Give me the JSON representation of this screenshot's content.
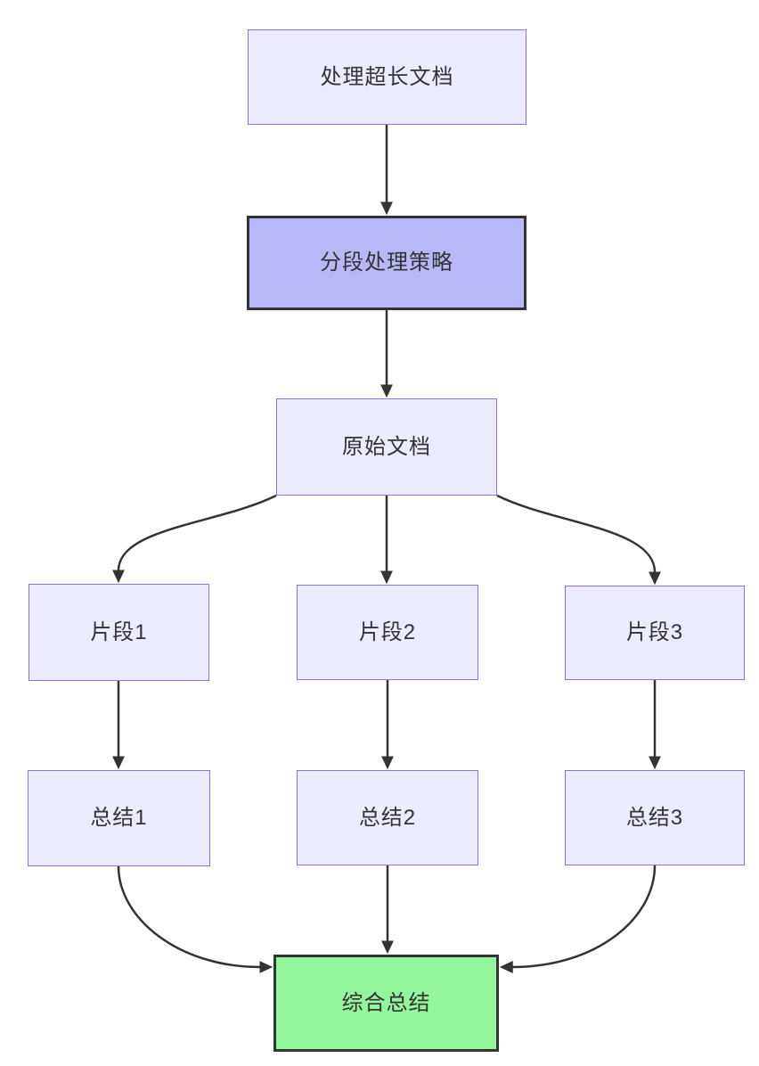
{
  "diagram": {
    "type": "flowchart",
    "direction": "top-down",
    "background": "#FFFFFF",
    "edge_color": "#333333",
    "text_color": "#333333",
    "styles": {
      "default": {
        "fill": "#ECECFF",
        "stroke": "#9370DB",
        "stroke_width": 1.5
      },
      "emphasis": {
        "fill": "#B8B8F8",
        "stroke": "#333333",
        "stroke_width": 3.5
      },
      "result": {
        "fill": "#93F69B",
        "stroke": "#333333",
        "stroke_width": 3.5
      }
    },
    "nodes": [
      {
        "id": "A",
        "name": "node-process-long-doc",
        "label": "处理超长文档",
        "kind": "default"
      },
      {
        "id": "B",
        "name": "node-segmentation-strategy",
        "label": "分段处理策略",
        "kind": "emphasis"
      },
      {
        "id": "C",
        "name": "node-original-doc",
        "label": "原始文档",
        "kind": "default"
      },
      {
        "id": "D1",
        "name": "node-fragment-1",
        "label": "片段1",
        "kind": "default"
      },
      {
        "id": "D2",
        "name": "node-fragment-2",
        "label": "片段2",
        "kind": "default"
      },
      {
        "id": "D3",
        "name": "node-fragment-3",
        "label": "片段3",
        "kind": "default"
      },
      {
        "id": "E1",
        "name": "node-summary-1",
        "label": "总结1",
        "kind": "default"
      },
      {
        "id": "E2",
        "name": "node-summary-2",
        "label": "总结2",
        "kind": "default"
      },
      {
        "id": "E3",
        "name": "node-summary-3",
        "label": "总结3",
        "kind": "default"
      },
      {
        "id": "F",
        "name": "node-final-summary",
        "label": "综合总结",
        "kind": "result"
      }
    ],
    "edges": [
      {
        "from": "A",
        "to": "B"
      },
      {
        "from": "B",
        "to": "C"
      },
      {
        "from": "C",
        "to": "D1"
      },
      {
        "from": "C",
        "to": "D2"
      },
      {
        "from": "C",
        "to": "D3"
      },
      {
        "from": "D1",
        "to": "E1"
      },
      {
        "from": "D2",
        "to": "E2"
      },
      {
        "from": "D3",
        "to": "E3"
      },
      {
        "from": "E1",
        "to": "F"
      },
      {
        "from": "E2",
        "to": "F"
      },
      {
        "from": "E3",
        "to": "F"
      }
    ]
  }
}
